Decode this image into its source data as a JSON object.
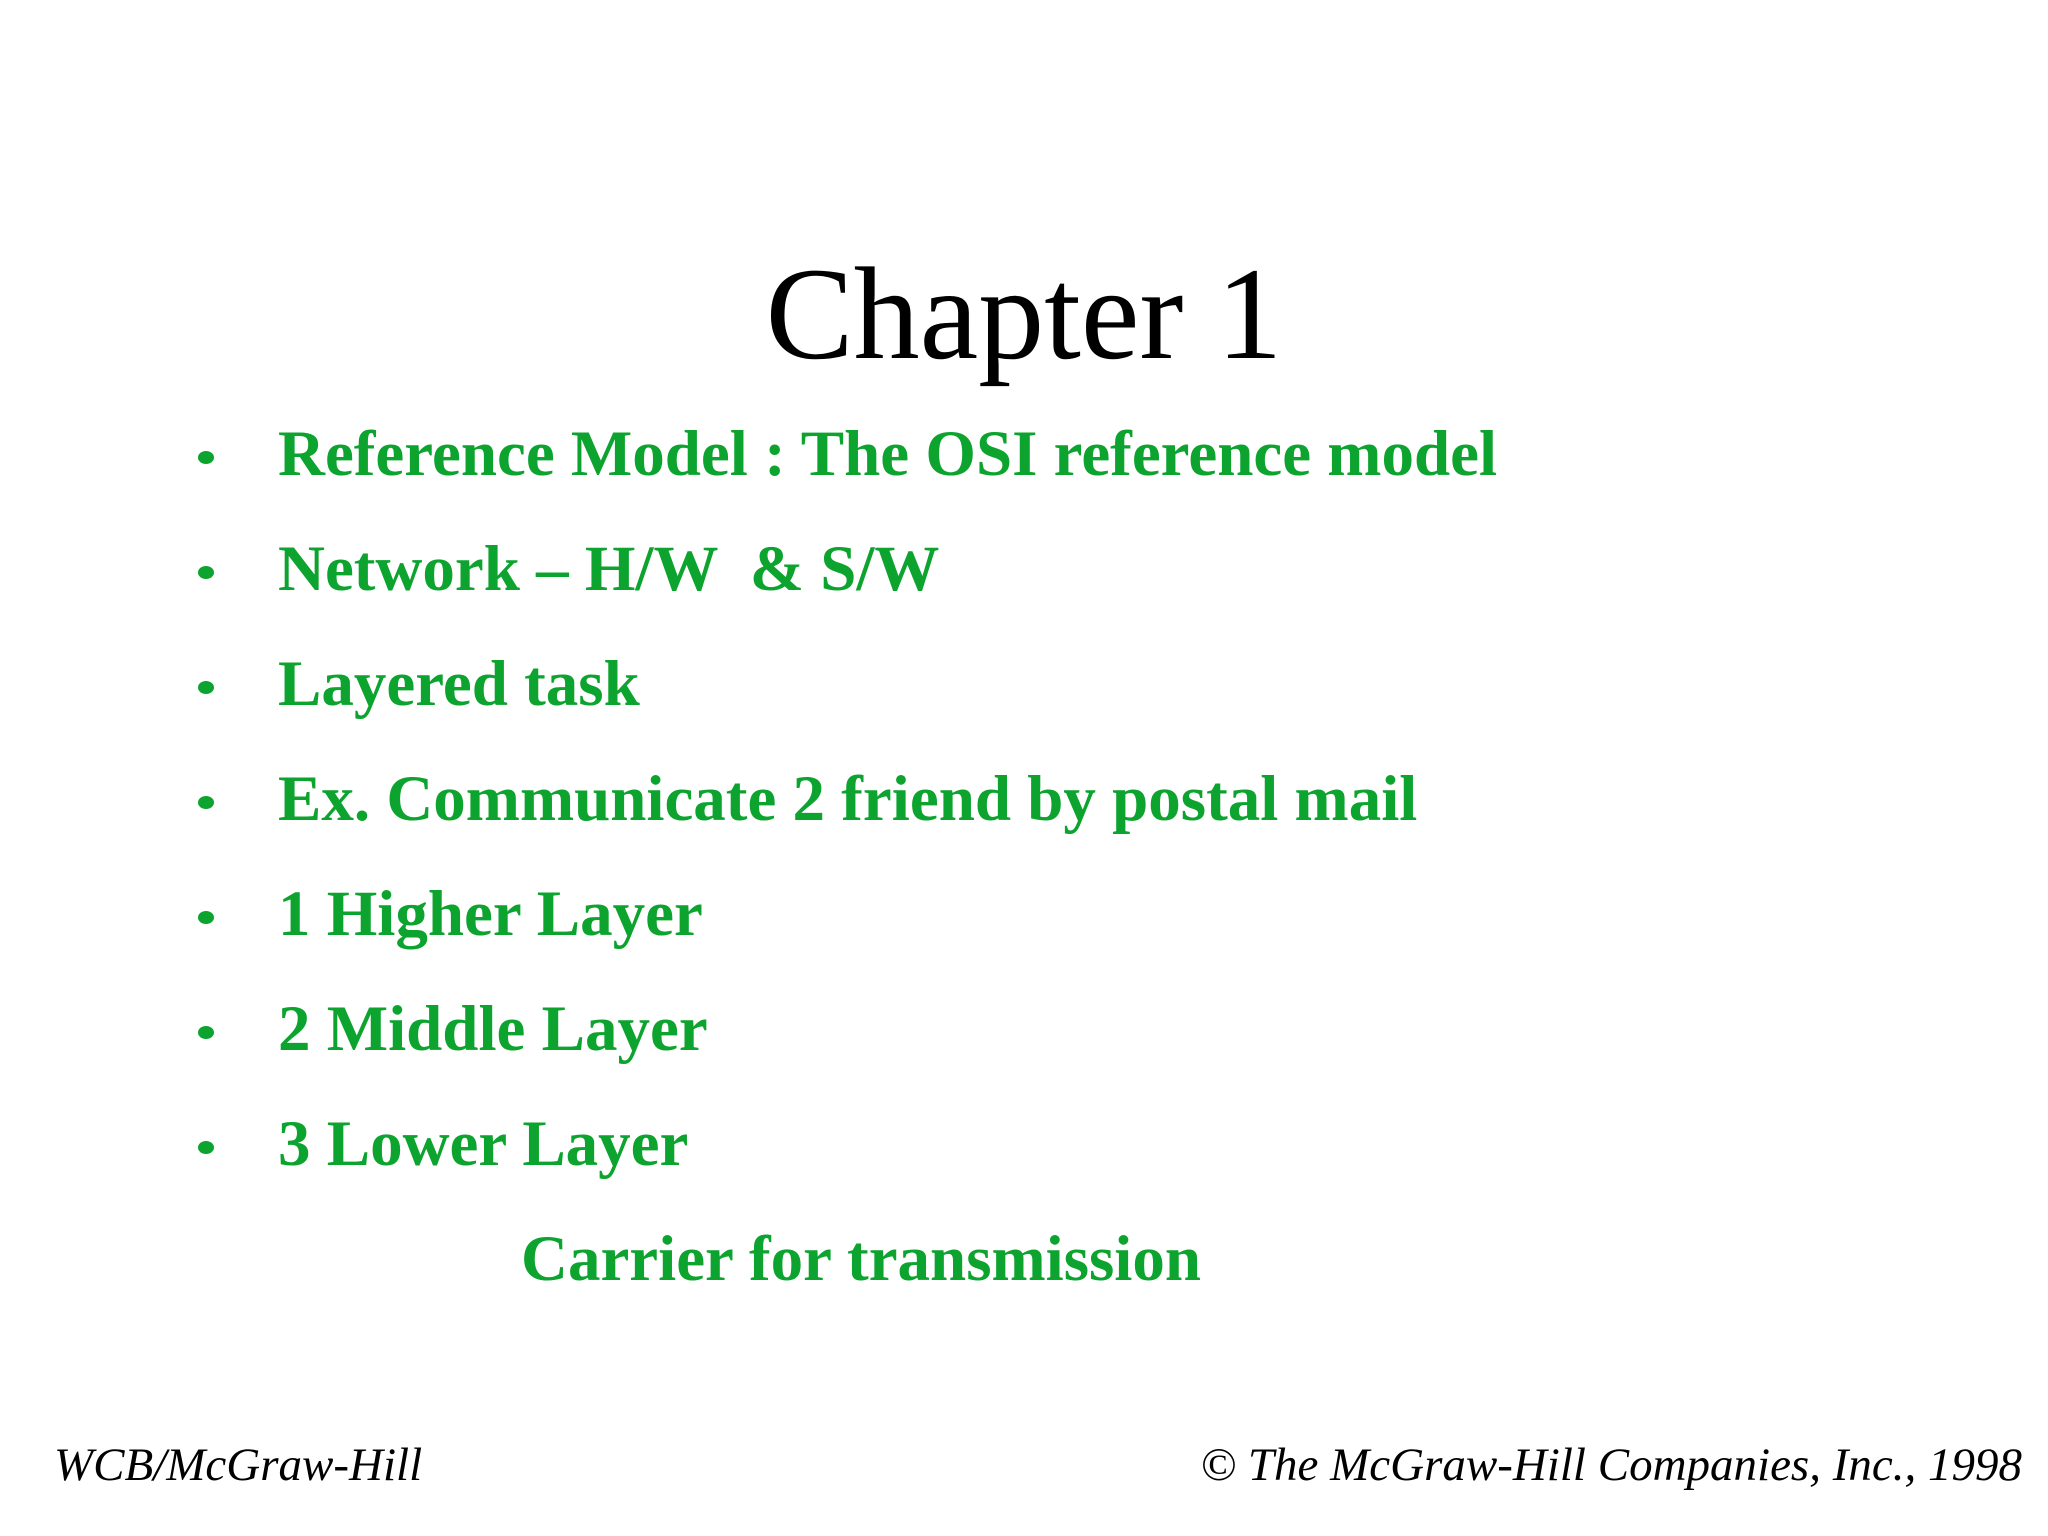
{
  "slide": {
    "title": "Chapter 1",
    "bullets": [
      {
        "label": "Reference Model : The OSI reference model",
        "has_bullet": true
      },
      {
        "label": "Network – H/W  & S/W",
        "has_bullet": true
      },
      {
        "label": "Layered task",
        "has_bullet": true
      },
      {
        "label": "Ex. Communicate 2 friend by postal mail",
        "has_bullet": true
      },
      {
        "label": "1 Higher Layer",
        "has_bullet": true
      },
      {
        "label": "2 Middle Layer",
        "has_bullet": true
      },
      {
        "label": "3 Lower Layer",
        "has_bullet": true
      },
      {
        "label": "Carrier for transmission",
        "has_bullet": false
      }
    ],
    "footer": {
      "left": "WCB/McGraw-Hill",
      "right": "© The McGraw-Hill Companies, Inc., 1998"
    },
    "colors": {
      "background": "#ffffff",
      "title_text": "#000000",
      "bullet_text": "#0ca32e",
      "footer_text": "#000000"
    }
  }
}
